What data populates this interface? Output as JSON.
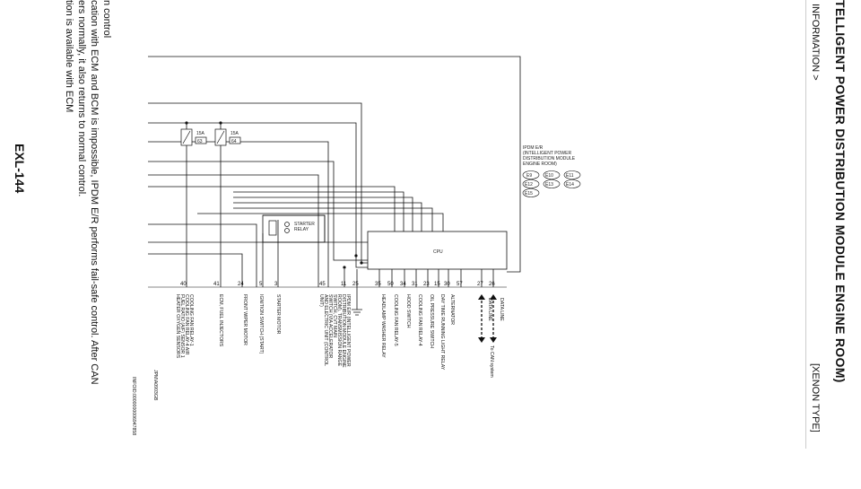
{
  "header": {
    "title": "TELLIGENT POWER DISTRIBUTION MODULE ENGINE ROOM)",
    "subtitle": "INFORMATION >",
    "variant": "[XENON TYPE]"
  },
  "footer": {
    "page_number": "EXL-144"
  },
  "body_text": {
    "line1": "n control",
    "line2": "cation with ECM and BCM is impossible, IPDM E/R performs fail-safe control. After CAN",
    "line3": "ers normally, it also returns to normal control.",
    "line4": "tion is available with ECM"
  },
  "diagram": {
    "module": {
      "name_lines": [
        "IPDM E/R",
        "(INTELLIGENT POWER",
        "DISTRIBUTION MODULE",
        "ENGINE ROOM)"
      ],
      "connectors": [
        "E9",
        "E10",
        "E11",
        "E12",
        "E13",
        "E14",
        "E15"
      ],
      "cpu_label": "CPU"
    },
    "fuses": [
      {
        "rating": "15A",
        "number": "63"
      },
      {
        "rating": "15A",
        "number": "64"
      }
    ],
    "starter_relay_label": [
      "STARTER",
      "RELAY"
    ],
    "terminals": [
      {
        "pin": "40",
        "label": [
          "COOLING FAN RELAY-1",
          "COOLING FAN RELAY-4 AIR",
          "FUEL RATIO (A/F) SENSOR 1",
          "HEATER OXYGEN SENSORS"
        ]
      },
      {
        "pin": "41",
        "label": [
          "ECM, FUEL INJECTORS"
        ]
      },
      {
        "pin": "24",
        "label": [
          "FRONT WIPER MOTOR"
        ]
      },
      {
        "pin": "5",
        "label": [
          "IGNITION SWITCH (START)"
        ]
      },
      {
        "pin": "3",
        "label": [
          "STARTER MOTOR"
        ]
      },
      {
        "pin": "45",
        "label": [
          "IPDM E/R (INTELLIGENT POWER",
          "DISTRIBUTION MODULE ENGINE",
          "ROOM), TRANSMISSION RANGE",
          "SWITCH, CVT MAIN",
          "SWITCH (VIA ACCELERATOR",
          "AND ELECTRIC UNIT (CONTROL",
          "UNIT)"
        ]
      },
      {
        "pin": "11",
        "label": []
      },
      {
        "pin": "25",
        "label": []
      },
      {
        "pin": "35",
        "label": [
          "HEADLAMP WASHER RELAY"
        ]
      },
      {
        "pin": "50",
        "label": [
          "COOLING FAN RELAY-5"
        ]
      },
      {
        "pin": "34",
        "label": [
          "HOOD SWITCH"
        ]
      },
      {
        "pin": "31",
        "label": [
          "COOLING FAN RELAY-4"
        ]
      },
      {
        "pin": "23",
        "label": [
          "OIL PRESSURE SWITCH"
        ]
      },
      {
        "pin": "15",
        "label": [
          "DAY TIME RUNNING LIGHT RELAY"
        ]
      },
      {
        "pin": "30",
        "label": [
          "ALTERNATOR"
        ]
      },
      {
        "pin": "57",
        "label": []
      },
      {
        "pin": "27",
        "label": []
      },
      {
        "pin": "26",
        "label": []
      }
    ],
    "data_line_labels": [
      "DATA LINE",
      "DATA LINE"
    ],
    "can_label": "To CAN system",
    "figure_code": "JPMIA0903GB",
    "info_id": "INFOID:0000000006947858"
  },
  "colors": {
    "ink": "#111111",
    "page": "#ffffff",
    "rule": "#cccccc"
  }
}
